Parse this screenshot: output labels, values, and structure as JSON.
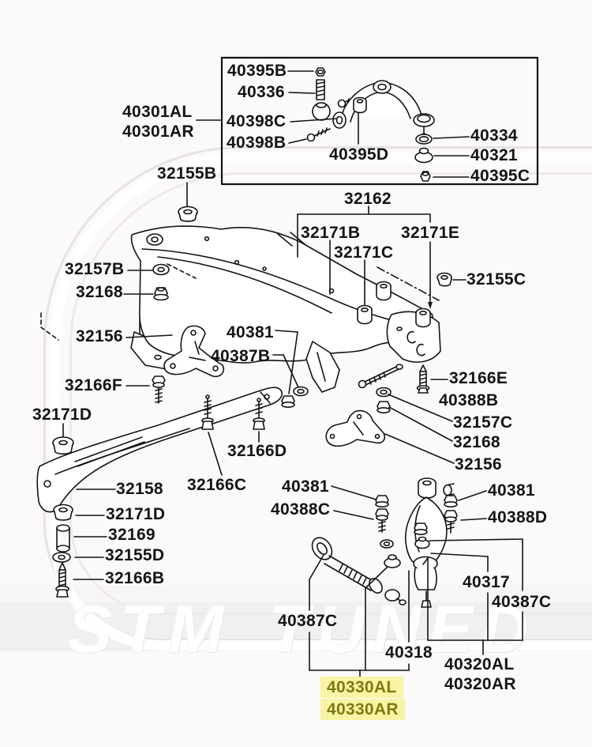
{
  "watermark": {
    "text": "STM TUNED"
  },
  "colors": {
    "highlight_bg": "#f7f4a6",
    "highlight_text": "#7f7b10",
    "diagram_line": "#141414",
    "watermark_band": "#f1f0f0",
    "page_bg": "#fbf9f9"
  },
  "highlighted_parts": [
    "40330AL",
    "40330AR"
  ],
  "labels": {
    "l40395B": "40395B",
    "l40336": "40336",
    "l40398C": "40398C",
    "l40398B": "40398B",
    "l40395D": "40395D",
    "l40334": "40334",
    "l40321": "40321",
    "l40395C": "40395C",
    "l40301AL": "40301AL",
    "l40301AR": "40301AR",
    "l32155B": "32155B",
    "l32162": "32162",
    "l32171B": "32171B",
    "l32171C": "32171C",
    "l32171E": "32171E",
    "l32157B": "32157B",
    "l32168a": "32168",
    "l32155C": "32155C",
    "l32156a": "32156",
    "l40381a": "40381",
    "l40387B": "40387B",
    "l32166F": "32166F",
    "l32171Da": "32171D",
    "l32166E": "32166E",
    "l40388B": "40388B",
    "l32157C": "32157C",
    "l32168b": "32168",
    "l32156b": "32156",
    "l32166D": "32166D",
    "l32166C": "32166C",
    "l32158": "32158",
    "l32171Db": "32171D",
    "l32169": "32169",
    "l32155D": "32155D",
    "l32166B": "32166B",
    "l40381b": "40381",
    "l40388C": "40388C",
    "l40381c": "40381",
    "l40388D": "40388D",
    "l40317": "40317",
    "l40387Ca": "40387C",
    "l40387Cb": "40387C",
    "l40318": "40318",
    "l40320AL": "40320AL",
    "l40320AR": "40320AR",
    "h40330AL": "40330AL",
    "h40330AR": "40330AR"
  }
}
